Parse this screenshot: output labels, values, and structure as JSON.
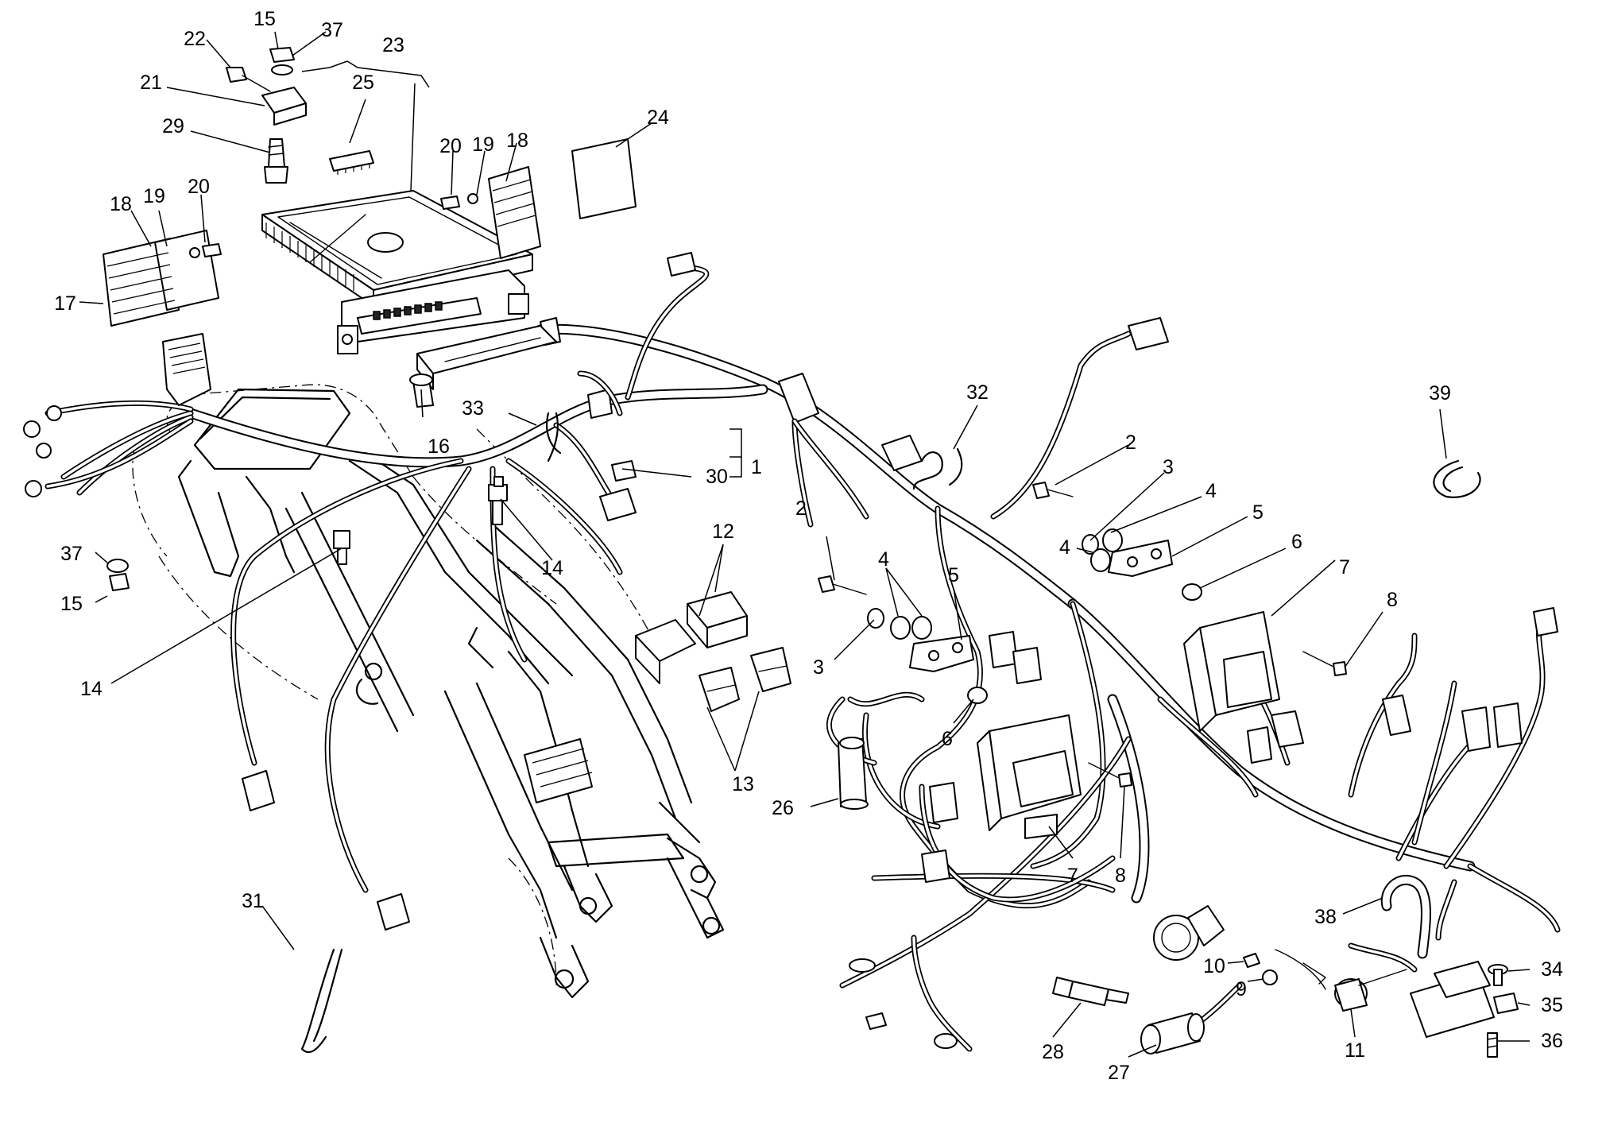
{
  "part_labels": [
    {
      "id": "l15a",
      "text": "15"
    },
    {
      "id": "l37a",
      "text": "37"
    },
    {
      "id": "l22",
      "text": "22"
    },
    {
      "id": "l23",
      "text": "23"
    },
    {
      "id": "l21",
      "text": "21"
    },
    {
      "id": "l25",
      "text": "25"
    },
    {
      "id": "l29",
      "text": "29"
    },
    {
      "id": "l20a",
      "text": "20"
    },
    {
      "id": "l19a",
      "text": "19"
    },
    {
      "id": "l18a",
      "text": "18"
    },
    {
      "id": "l24",
      "text": "24"
    },
    {
      "id": "l18b",
      "text": "18"
    },
    {
      "id": "l19b",
      "text": "19"
    },
    {
      "id": "l20b",
      "text": "20"
    },
    {
      "id": "l17",
      "text": "17"
    },
    {
      "id": "l33",
      "text": "33"
    },
    {
      "id": "l16",
      "text": "16"
    },
    {
      "id": "l32",
      "text": "32"
    },
    {
      "id": "l39",
      "text": "39"
    },
    {
      "id": "l30",
      "text": "30"
    },
    {
      "id": "l1",
      "text": "1"
    },
    {
      "id": "l2a",
      "text": "2"
    },
    {
      "id": "l3a",
      "text": "3"
    },
    {
      "id": "l4a",
      "text": "4"
    },
    {
      "id": "l4b",
      "text": "4"
    },
    {
      "id": "l5a",
      "text": "5"
    },
    {
      "id": "l6a",
      "text": "6"
    },
    {
      "id": "l7a",
      "text": "7"
    },
    {
      "id": "l8a",
      "text": "8"
    },
    {
      "id": "l37b",
      "text": "37"
    },
    {
      "id": "l15b",
      "text": "15"
    },
    {
      "id": "l14a",
      "text": "14"
    },
    {
      "id": "l12",
      "text": "12"
    },
    {
      "id": "l2b",
      "text": "2"
    },
    {
      "id": "l4c",
      "text": "4"
    },
    {
      "id": "l5b",
      "text": "5"
    },
    {
      "id": "l3b",
      "text": "3"
    },
    {
      "id": "l6b",
      "text": "6"
    },
    {
      "id": "l14b",
      "text": "14"
    },
    {
      "id": "l13",
      "text": "13"
    },
    {
      "id": "l26",
      "text": "26"
    },
    {
      "id": "l7b",
      "text": "7"
    },
    {
      "id": "l8b",
      "text": "8"
    },
    {
      "id": "l31",
      "text": "31"
    },
    {
      "id": "l38",
      "text": "38"
    },
    {
      "id": "l10",
      "text": "10"
    },
    {
      "id": "l9",
      "text": "9"
    },
    {
      "id": "l34",
      "text": "34"
    },
    {
      "id": "l35",
      "text": "35"
    },
    {
      "id": "l11",
      "text": "11"
    },
    {
      "id": "l28",
      "text": "28"
    },
    {
      "id": "l36",
      "text": "36"
    },
    {
      "id": "l27",
      "text": "27"
    }
  ]
}
